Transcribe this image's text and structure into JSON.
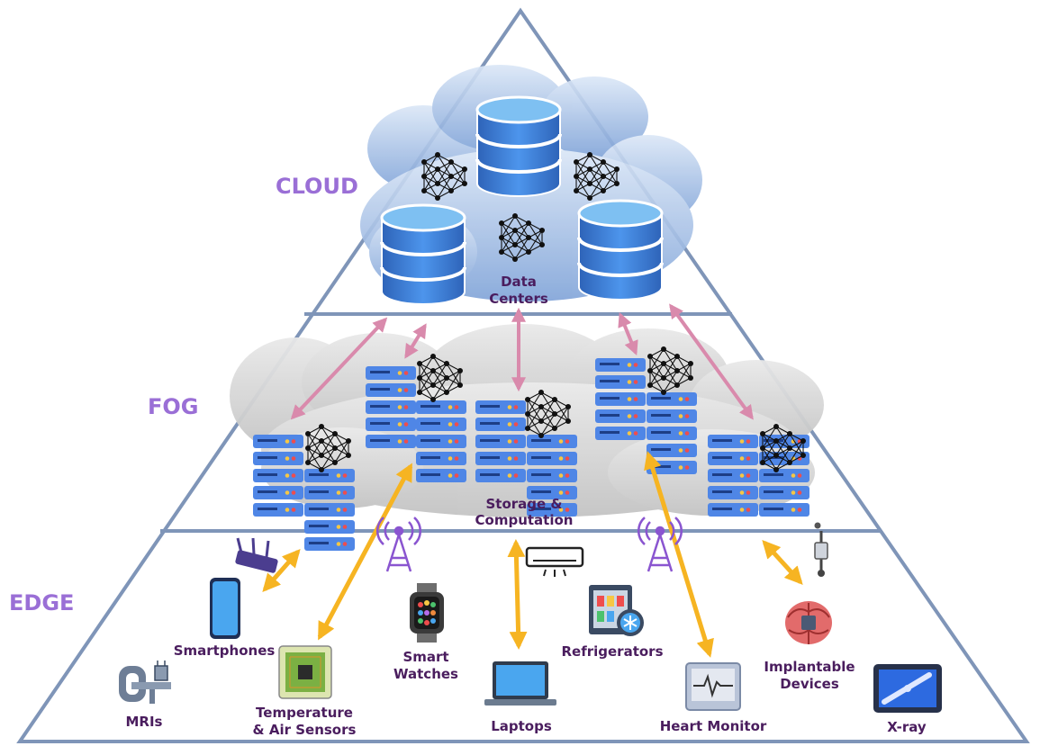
{
  "tiers": {
    "cloud": "CLOUD",
    "fog": "FOG",
    "edge": "EDGE"
  },
  "cloud_node": {
    "line1": "Data",
    "line2": "Centers"
  },
  "fog_node": {
    "line1": "Storage &",
    "line2": "Computation"
  },
  "edge_devices": {
    "smartphones": "Smartphones",
    "temp_line1": "Temperature",
    "temp_line2": "& Air Sensors",
    "smart_line1": "Smart",
    "smart_line2": "Watches",
    "laptops": "Laptops",
    "refrigerators": "Refrigerators",
    "heart_monitor": "Heart Monitor",
    "implant_line1": "Implantable",
    "implant_line2": "Devices",
    "xray": "X-ray",
    "mris": "MRIs"
  },
  "colors": {
    "tier_label": "#9a6fd6",
    "node_label": "#4a1d5e",
    "pyramid_line": "#7f95b8",
    "cloud_to_fog_arrow": "#d98aac",
    "edge_to_fog_arrow": "#f6b422",
    "database": "#3d7fd8",
    "server": "#4f86e6"
  }
}
